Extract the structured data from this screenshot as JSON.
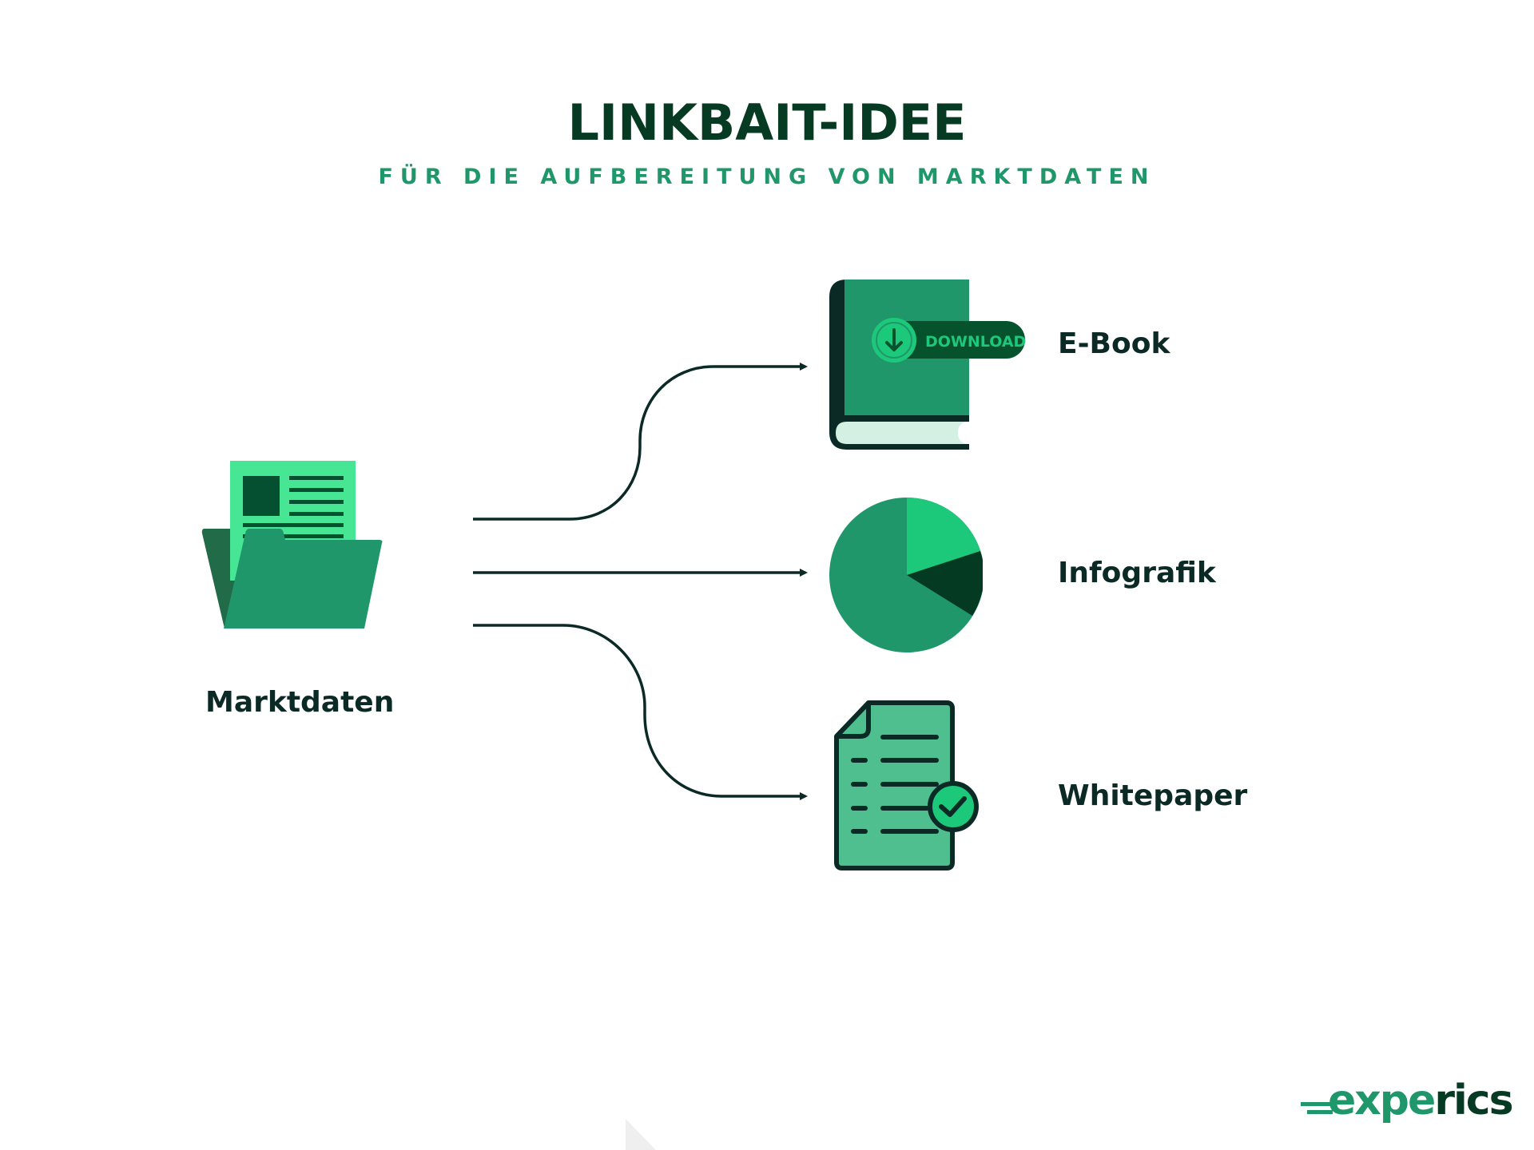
{
  "header": {
    "title": "LINKBAIT-IDEE",
    "subtitle": "FÜR DIE AUFBEREITUNG VON MARKTDATEN"
  },
  "source": {
    "label": "Marktdaten",
    "icon": "folder-with-document-icon"
  },
  "outputs": [
    {
      "label": "E-Book",
      "icon": "ebook-download-icon",
      "badge": "DOWNLOAD"
    },
    {
      "label": "Infografik",
      "icon": "pie-chart-icon"
    },
    {
      "label": "Whitepaper",
      "icon": "document-check-icon"
    }
  ],
  "connectors": [
    {
      "from": "Marktdaten",
      "to": "E-Book",
      "shape": "s-curve-up"
    },
    {
      "from": "Marktdaten",
      "to": "Infografik",
      "shape": "straight"
    },
    {
      "from": "Marktdaten",
      "to": "Whitepaper",
      "shape": "s-curve-down"
    }
  ],
  "logo": {
    "part_green": "expe",
    "part_dark": "rics"
  },
  "colors": {
    "dark": "#063a22",
    "text_dark": "#0b2a25",
    "primary": "#20976b",
    "bright": "#1cc87a",
    "light_paper": "#47e694",
    "mint": "#d4f0e2",
    "doc_fill": "#4fbf90"
  }
}
